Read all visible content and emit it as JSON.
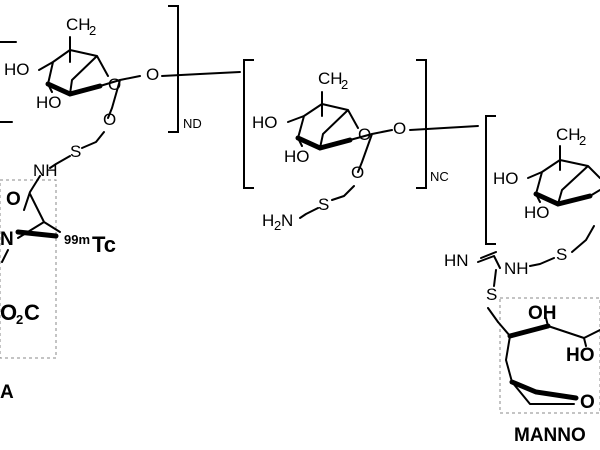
{
  "labels": {
    "ch2": "CH",
    "ch2_sub": "2",
    "ho": "HO",
    "o": "O",
    "s": "S",
    "nh": "NH",
    "n": "N",
    "hn": "HN",
    "oh": "OH",
    "h2n_h": "H",
    "h2n_2": "2",
    "h2n_n": "N",
    "nd": "ND",
    "nc": "NC",
    "tc_sup": "99m",
    "tc": "Tc",
    "co2c_left": "O",
    "co2c_2": "2",
    "co2c_c": "C",
    "label_a": "A",
    "label_manno": "MANNO"
  }
}
